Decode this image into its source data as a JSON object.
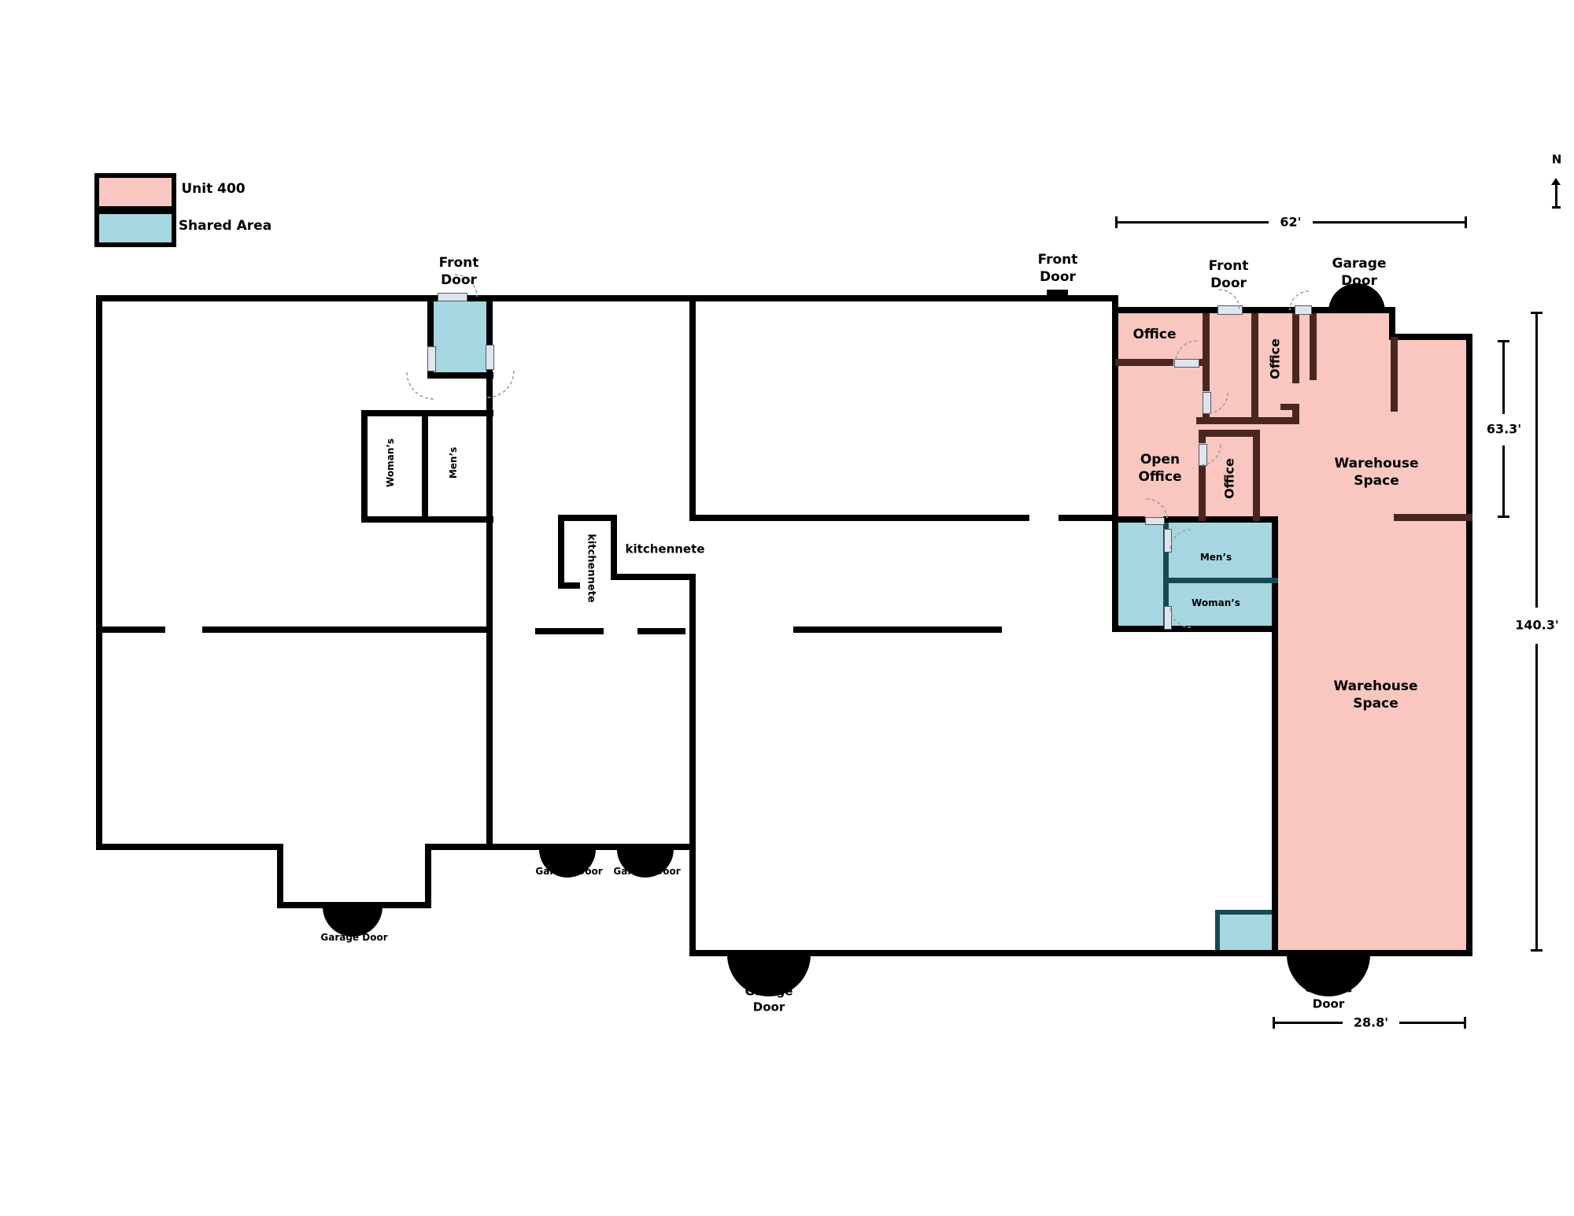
{
  "legend": {
    "unit": "Unit 400",
    "shared": "Shared Area",
    "unit_color": "#f9c7c0",
    "shared_color": "#a6d7e0"
  },
  "compass": {
    "label": "N"
  },
  "dimensions": {
    "top_width": "62'",
    "upper_right_height": "63.3'",
    "total_right_height": "140.3'",
    "bottom_width": "28.8'"
  },
  "labels": {
    "front_door": "Front Door",
    "garage_door": "Garage Door",
    "office": "Office",
    "open_office": "Open Office",
    "warehouse_space": "Warehouse Space",
    "mens": "Men’s",
    "womans": "Woman’s",
    "kitchennete": "kitchennete"
  }
}
